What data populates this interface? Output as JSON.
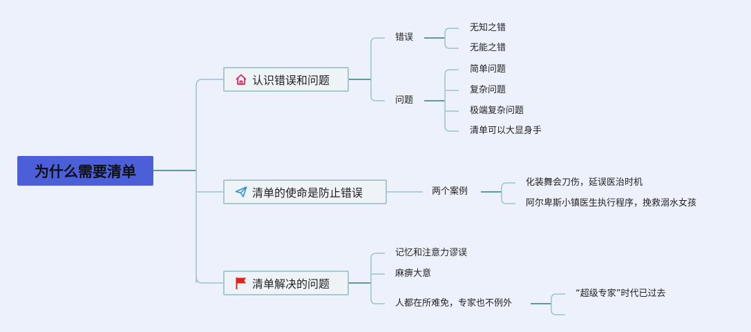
{
  "root": {
    "label": "为什么需要清单"
  },
  "branches": [
    {
      "label": "认识错误和问题",
      "icon": "house-icon",
      "icon_color": "#e0245e"
    },
    {
      "label": "清单的使命是防止错误",
      "icon": "paper-plane-icon",
      "icon_color": "#2f8fd0"
    },
    {
      "label": "清单解决的问题",
      "icon": "flag-icon",
      "icon_color": "#e0231c"
    }
  ],
  "b1": {
    "errors": {
      "label": "错误",
      "children": [
        "无知之错",
        "无能之错"
      ]
    },
    "problems": {
      "label": "问题",
      "children": [
        "简单问题",
        "复杂问题",
        "极端复杂问题",
        "清单可以大显身手"
      ]
    }
  },
  "b2": {
    "cases": {
      "label": "两个案例",
      "children": [
        "化装舞会刀伤，延误医治时机",
        "阿尔卑斯小镇医生执行程序，挽救溺水女孩"
      ]
    }
  },
  "b3": {
    "items": [
      "记忆和注意力谬误",
      "麻痹大意"
    ],
    "experts": {
      "label": "人都在所难免，专家也不例外",
      "children": [
        "“超级专家”时代已过去"
      ]
    }
  },
  "colors": {
    "root_bg": "#4a5fd8",
    "branch_border": "#a7c8cc",
    "line": "#9cc3c7"
  }
}
